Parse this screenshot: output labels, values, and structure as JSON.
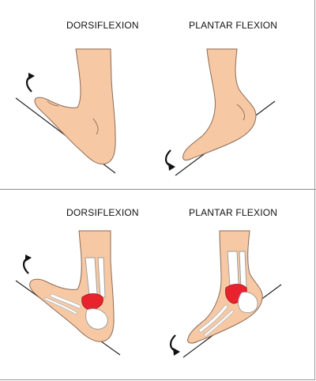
{
  "top": {
    "left_label": "DORSIFLEXION",
    "right_label": "PLANTAR FLEXION"
  },
  "bottom": {
    "left_label": "DORSIFLEXION",
    "right_label": "PLANTAR FLEXION"
  },
  "colors": {
    "skin": "#f6c9a4",
    "skin_stroke": "#8c6a55",
    "bone": "#ffffff",
    "bone_stroke": "#9a9a9a",
    "talus_highlight": "#e8232e",
    "line": "#222222"
  }
}
